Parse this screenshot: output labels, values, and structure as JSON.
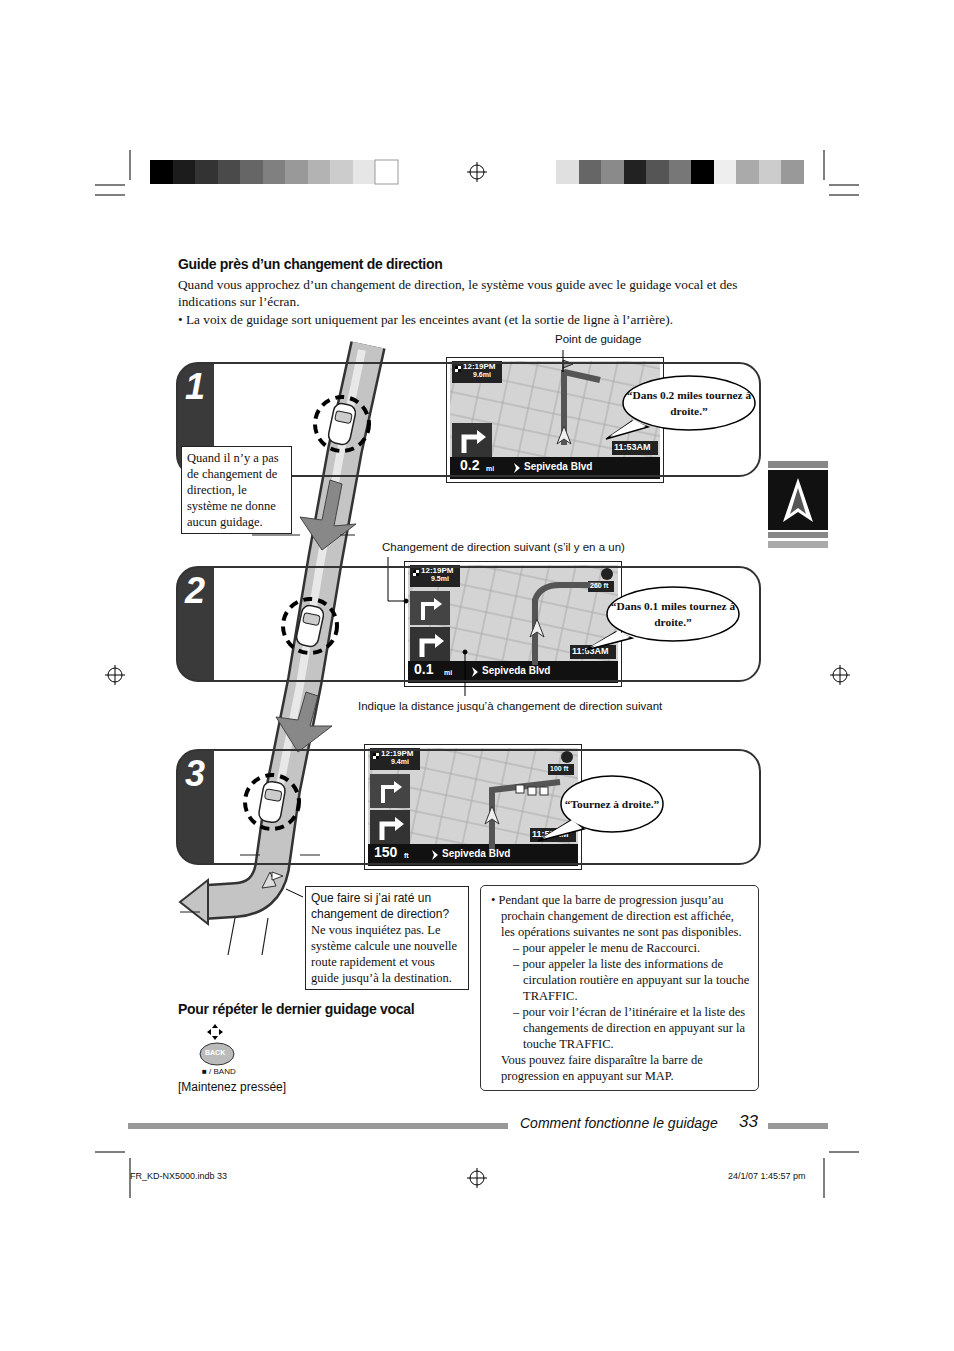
{
  "diagram": {
    "nodes": [
      {
        "text": [
          "1"
        ]
      },
      {
        "text": [
          "“Dans 0.2 miles tournez à droite.”"
        ],
        "in": 0
      },
      {
        "text": [
          "2"
        ]
      },
      {
        "text": [
          "“Dans 0.1 miles tournez à droite.”"
        ],
        "in": 2
      },
      {
        "text": [
          "3"
        ]
      },
      {
        "text": [
          "“Tournez à droite.”"
        ],
        "in": 4
      },
      {
        "text": [
          "Quand il n’y a pas de changement de direction, le système ne donne aucun guidage."
        ]
      },
      {
        "text": [
          "Que faire si j’ai raté un changement de direction?",
          "Ne vous inquiétez pas. Le système calcule une nouvelle route rapidement et vous guide jusqu’à la destination."
        ]
      },
      {
        "text": [
          "•  Pendant que la barre de progression jusqu’au prochain changement de direction est affichée, les opérations suivantes ne sont pas disponibles.",
          "– pour appeler le menu de Raccourci.",
          "– pour appeler la liste des informations de circulation routière en appuyant sur la touche TRAFFIC.",
          "– pour voir l’écran de l’itinéraire et la liste des changements de direction en appuyant sur la touche TRAFFIC.",
          "Vous pouvez faire disparaître la barre de progression en appuyant sur MAP."
        ]
      }
    ],
    "labels": [
      "Guide près d’un changement de direction",
      "Quand vous approchez d’un changement de direction, le système vous guide avec le guidage vocal et des indications sur l’écran.",
      "•  La voix de guidage sort uniquement par les enceintes avant (et la sortie de ligne à l’arrière).",
      "Point de guidage",
      "12:19PM",
      "9.6mi",
      "0.2",
      "mi",
      "Sepiveda Blvd",
      "11:53AM",
      "Changement de direction suivant (s’il y en a un)",
      "12:19PM",
      "9.5mi",
      "260 ft",
      "0.1",
      "mi",
      "Sepiveda Blvd",
      "11:53AM",
      "Indique la distance jusqu’à changement de direction suivant",
      "12:19PM",
      "9.4mi",
      "100 ft",
      "150",
      "ft",
      "Sepiveda Blvd",
      "11:53AM",
      "Pour répéter le dernier guidage vocal",
      "BACK",
      "■ / BAND",
      "[Maintenez pressée]",
      "Comment fonctionne le guidage",
      "33",
      "FR_KD-NX5000.indb   33",
      "24/1/07   1:45:57 pm"
    ]
  }
}
